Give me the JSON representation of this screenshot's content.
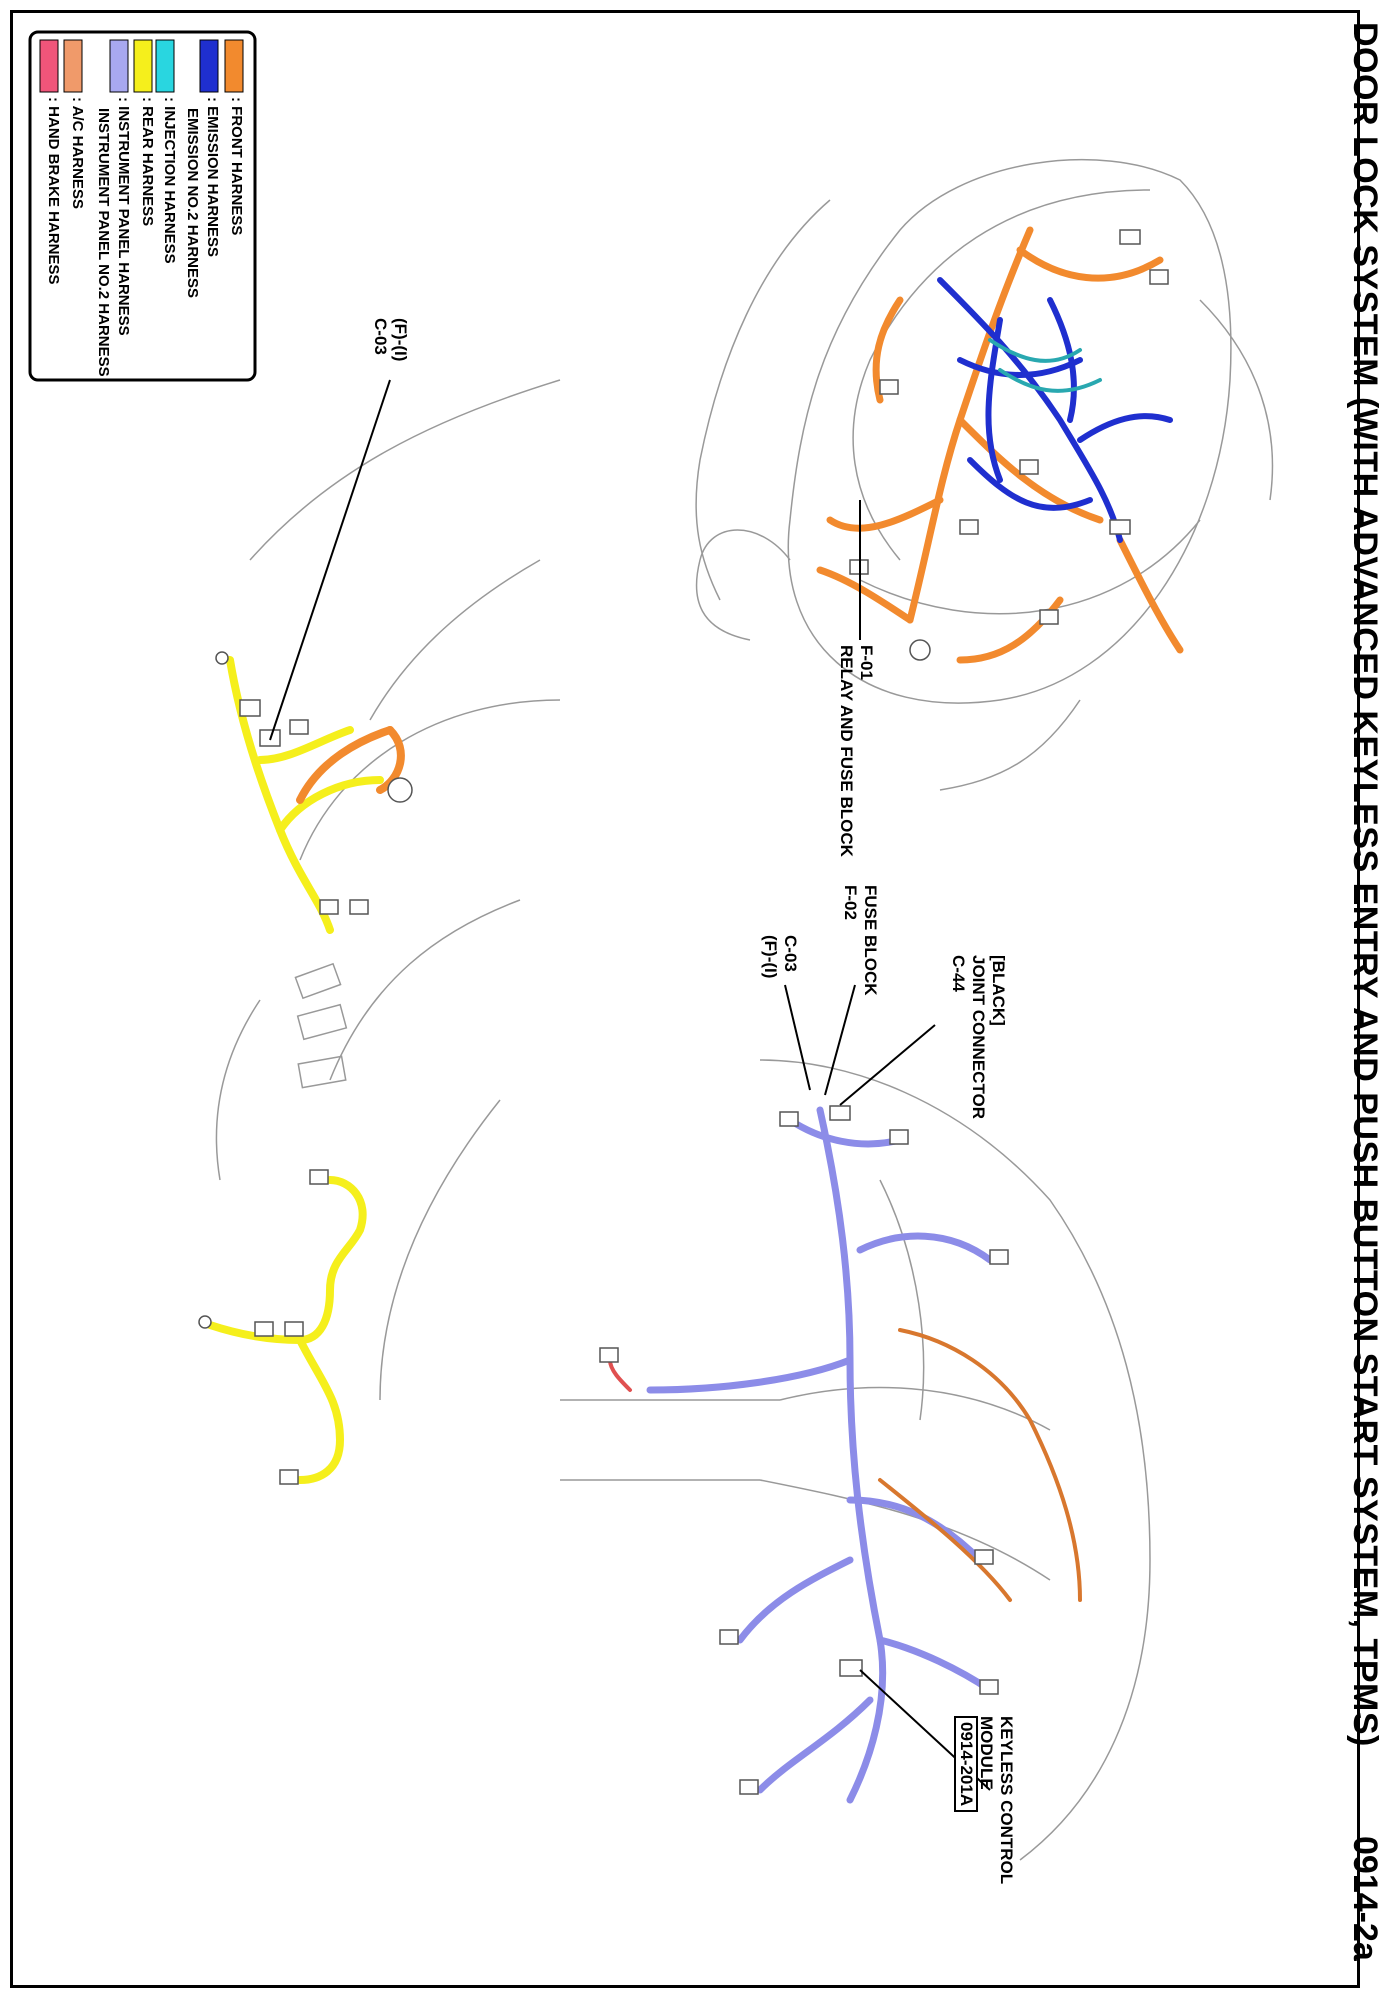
{
  "page": {
    "title": "DOOR LOCK SYSTEM (WITH ADVANCED KEYLESS ENTRY AND PUSH BUTTON START SYSTEM, TPMS)",
    "number": "0914-2a"
  },
  "legend": {
    "items": [
      {
        "color": "#f28a2e",
        "label": ": FRONT HARNESS"
      },
      {
        "color": "#1f2fcf",
        "label": ": EMISSION HARNESS"
      },
      {
        "color": "#1f2fcf",
        "label": "EMISSION NO.2 HARNESS"
      },
      {
        "color": "#29d6e0",
        "label": ": INJECTION HARNESS"
      },
      {
        "color": "#f5ef1c",
        "label": ": REAR HARNESS"
      },
      {
        "color": "#a8a8f0",
        "label": ": INSTRUMENT PANEL HARNESS"
      },
      {
        "color": "#a8a8f0",
        "label": "INSTRUMENT PANEL NO.2 HARNESS"
      },
      {
        "color": "#f09a6a",
        "label": ": A/C HARNESS"
      },
      {
        "color": "#f0557a",
        "label": ": HAND BRAKE HARNESS"
      }
    ]
  },
  "callouts": {
    "f01_code": "F-01",
    "f01_name": "RELAY AND FUSE BLOCK",
    "f02_code": "F-02",
    "f02_name": "FUSE BLOCK",
    "c44_color": "[BLACK]",
    "c44_name": "JOINT CONNECTOR",
    "c44_code": "C-44",
    "c03_code": "C-03",
    "c03_grid": "(F)-(I)",
    "c03b_grid": "(F)-(I)",
    "c03b_code": "C-03",
    "kcm_name_1": "KEYLESS CONTROL",
    "kcm_name_2": "MODULE",
    "kcm_ref": "0914-201A"
  }
}
